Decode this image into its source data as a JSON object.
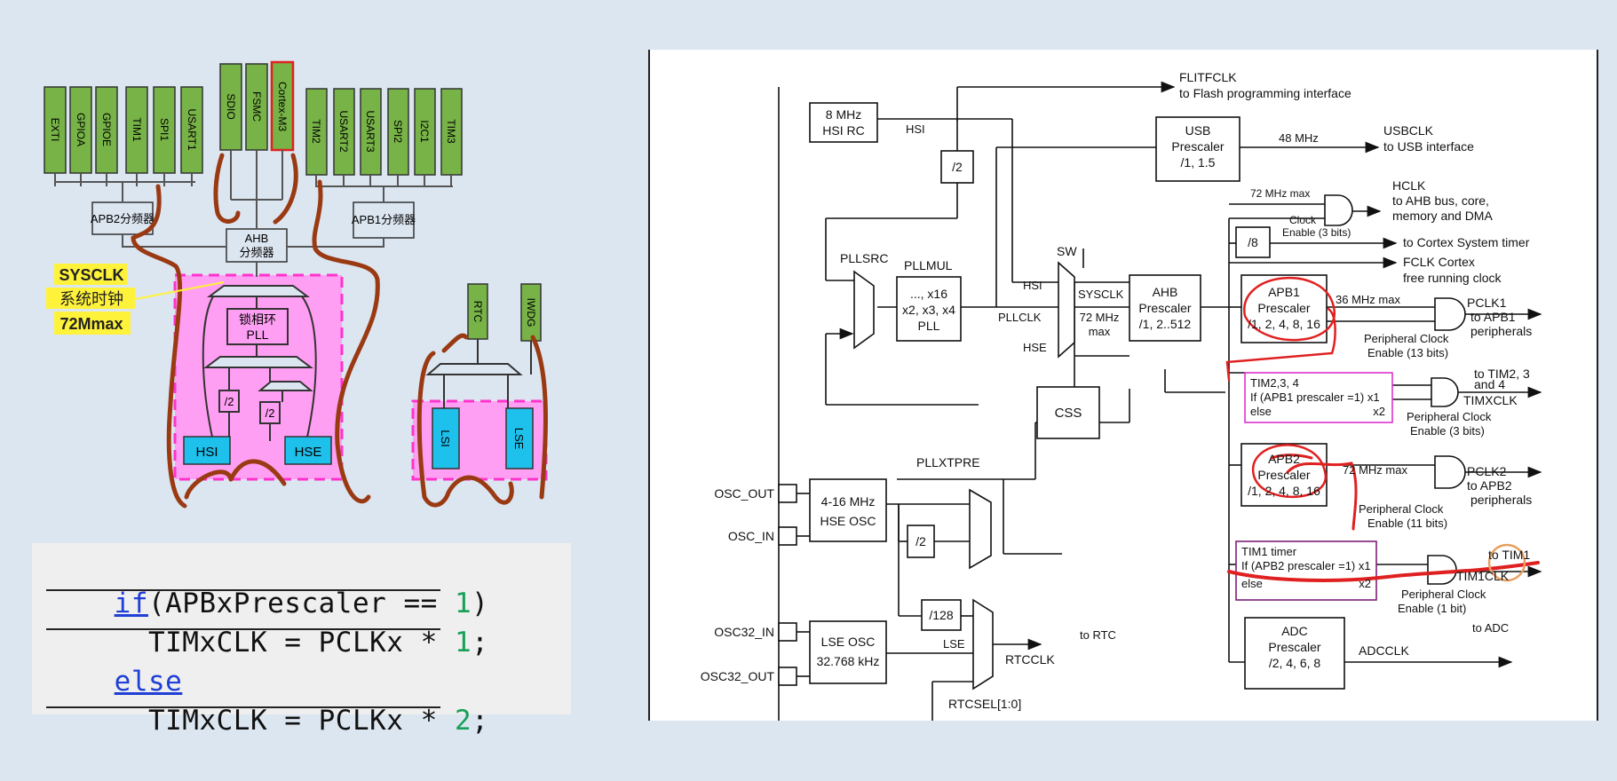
{
  "left_diagram": {
    "apb2_peripherals": [
      "EXTI",
      "GPIOA",
      "GPIOE",
      "TIM1",
      "SPI1",
      "USART1"
    ],
    "ahb_peripherals": [
      "SDIO",
      "FSMC",
      "Cortex-M3"
    ],
    "apb1_peripherals": [
      "TIM2",
      "USART2",
      "USART3",
      "SPI2",
      "I2C1",
      "TIM3"
    ],
    "apb2_divider": "APB2分频器",
    "apb1_divider": "APB1分频器",
    "ahb_divider_line1": "AHB",
    "ahb_divider_line2": "分频器",
    "pll_line1": "锁相环",
    "pll_line2": "PLL",
    "div2_a": "/2",
    "div2_b": "/2",
    "hsi": "HSI",
    "hse": "HSE",
    "rtc": "RTC",
    "iwdg": "IWDG",
    "lsi": "LSI",
    "lse": "LSE",
    "sysclk_note": [
      "SYSCLK",
      "系统时钟",
      "72Mmax"
    ],
    "colors": {
      "peripheral": "#77b347",
      "oscillator": "#1ec0ec",
      "pll_region": "#ff9ff3",
      "dashed": "#ff33cc",
      "annotation": "#9a3a13",
      "note_bg": "#fff23a"
    }
  },
  "code": {
    "line1_kw": "if",
    "line1_rest": "(APBxPrescaler == ",
    "line1_num": "1",
    "line1_end": ")",
    "line2_rest": "  TIMxCLK = PCLKx * ",
    "line2_num": "1",
    "line2_end": ";",
    "line3_kw": "else",
    "line4_rest": "  TIMxCLK = PCLKx * ",
    "line4_num": "2",
    "line4_end": ";"
  },
  "clock_tree": {
    "flitfclk": "FLITFCLK",
    "flitfclk_desc": "to Flash programming interface",
    "hsi_rc_line1": "8 MHz",
    "hsi_rc_line2": "HSI RC",
    "hsi_label": "HSI",
    "div2_hsi": "/2",
    "usb_line1": "USB",
    "usb_line2": "Prescaler",
    "usb_line3": "/1, 1.5",
    "usb_freq": "48 MHz",
    "usbclk": "USBCLK",
    "usbclk_desc": "to USB interface",
    "hclk": "HCLK",
    "hclk_desc1": "to AHB bus, core,",
    "hclk_desc2": "memory and DMA",
    "hclk_max": "72 MHz max",
    "clock_enable_line1": "Clock",
    "clock_enable_line2": "Enable (3 bits)",
    "div8": "/8",
    "cortex_timer": "to Cortex System timer",
    "fclk1": "FCLK Cortex",
    "fclk2": "free running clock",
    "pllsrc": "PLLSRC",
    "pllmul": "PLLMUL",
    "pll_box1": "..., x16",
    "pll_box2": "x2, x3, x4",
    "pll_box3": "PLL",
    "sw": "SW",
    "sw_hsi": "HSI",
    "sw_pllclk": "PLLCLK",
    "sw_hse": "HSE",
    "sysclk": "SYSCLK",
    "sysclk_max1": "72 MHz",
    "sysclk_max2": "max",
    "ahb_line1": "AHB",
    "ahb_line2": "Prescaler",
    "ahb_line3": "/1, 2..512",
    "apb1_line1": "APB1",
    "apb1_line2": "Prescaler",
    "apb1_line3": "/1, 2, 4, 8, 16",
    "apb1_max": "36 MHz max",
    "pclk1": "PCLK1",
    "pclk1_desc1": "to APB1",
    "pclk1_desc2": "peripherals",
    "periph_en13_1": "Peripheral Clock",
    "periph_en13_2": "Enable (13 bits)",
    "tim234_line1": "TIM2,3, 4",
    "tim234_line2": "If (APB1 prescaler =1) x1",
    "tim234_line3": "else",
    "tim234_x2": "x2",
    "to_tim234_1": "to TIM2, 3",
    "to_tim234_2": "and 4",
    "timxclk": "TIMXCLK",
    "periph_en3_1": "Peripheral Clock",
    "periph_en3_2": "Enable (3 bits)",
    "css": "CSS",
    "pllxtpre": "PLLXTPRE",
    "osc_out": "OSC_OUT",
    "osc_in": "OSC_IN",
    "hse_osc_line1": "4-16 MHz",
    "hse_osc_line2": "HSE OSC",
    "div2_hse": "/2",
    "apb2_line1": "APB2",
    "apb2_line2": "Prescaler",
    "apb2_line3": "/1, 2, 4, 8, 16",
    "apb2_max": "72 MHz max",
    "pclk2": "PCLK2",
    "pclk2_desc1": "to APB2",
    "pclk2_desc2": "peripherals",
    "periph_en11_1": "Peripheral Clock",
    "periph_en11_2": "Enable (11 bits)",
    "tim1_line1": "TIM1 timer",
    "tim1_line2": "If (APB2 prescaler =1) x1",
    "tim1_line3": "else",
    "tim1_x2": "x2",
    "to_tim1": "to TIM1",
    "tim1clk": "TIM1CLK",
    "periph_en1_1": "Peripheral Clock",
    "periph_en1_2": "Enable (1 bit)",
    "div128": "/128",
    "osc32_in": "OSC32_IN",
    "osc32_out": "OSC32_OUT",
    "lse_osc_line1": "LSE OSC",
    "lse_osc_line2": "32.768 kHz",
    "lse_label": "LSE",
    "to_rtc": "to RTC",
    "rtcclk": "RTCCLK",
    "rtcsel": "RTCSEL[1:0]",
    "adc_line1": "ADC",
    "adc_line2": "Prescaler",
    "adc_line3": "/2, 4, 6, 8",
    "adcclk": "ADCCLK",
    "to_adc": "to ADC"
  }
}
